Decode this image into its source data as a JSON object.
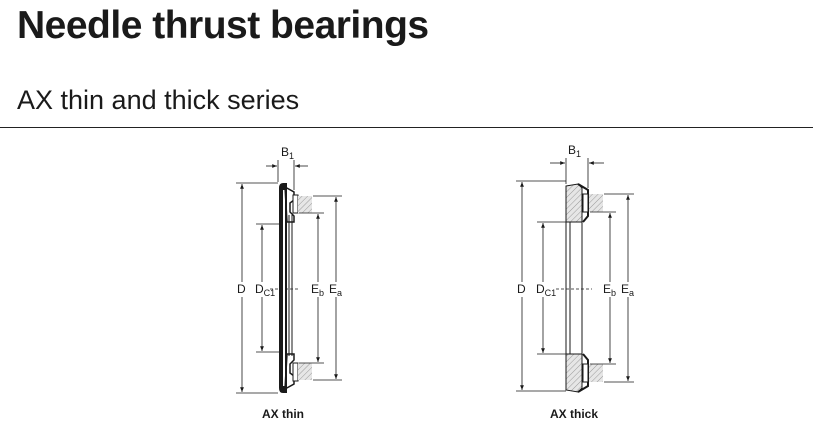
{
  "document": {
    "title": "Needle thrust bearings",
    "subtitle": "AX thin and thick series"
  },
  "diagrams": [
    {
      "caption": "AX thin",
      "labels": {
        "b1": "B",
        "b1_sub": "1",
        "d": "D",
        "dc": "D",
        "dc_sub": "C1",
        "eb": "E",
        "eb_sub": "b",
        "ea": "E",
        "ea_sub": "a"
      }
    },
    {
      "caption": "AX thick",
      "labels": {
        "b1": "B",
        "b1_sub": "1",
        "d": "D",
        "dc": "D",
        "dc_sub": "C1",
        "eb": "E",
        "eb_sub": "b",
        "ea": "E",
        "ea_sub": "a"
      }
    }
  ],
  "colors": {
    "hatch_fill": "#d8d8d8",
    "line": "#1a1a1a"
  }
}
